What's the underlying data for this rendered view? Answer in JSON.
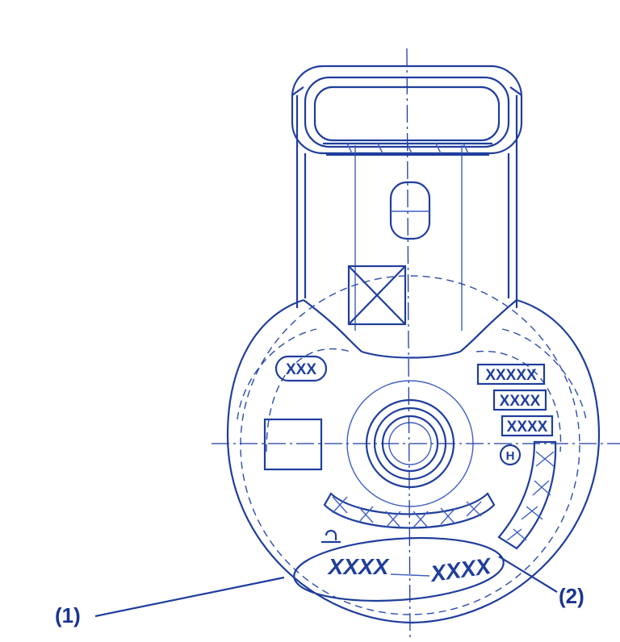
{
  "colors": {
    "line": "#1f3e9c",
    "background": "#ffffff"
  },
  "labels": {
    "callout_1": "(1)",
    "callout_2": "(2)",
    "oval_marking": "XXX",
    "code_row_1": "XXXXX",
    "code_row_2": "XXXX",
    "code_row_3": "XXXX",
    "marking_left": "XXXX",
    "marking_right": "XXXX",
    "symbol": "H"
  },
  "icons": {
    "logo": "circle-h-icon",
    "marking_box": "rectangle-box",
    "cross_box": "crossed-box"
  }
}
